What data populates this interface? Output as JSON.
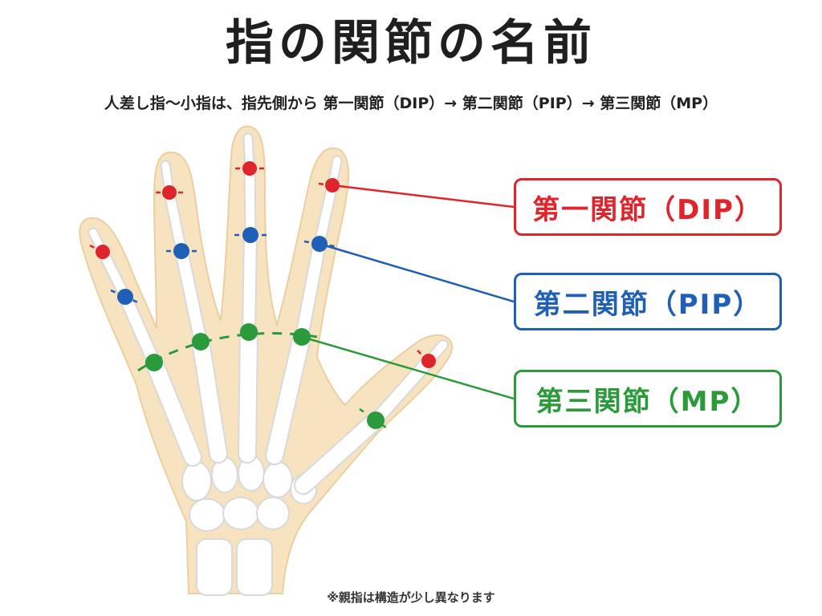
{
  "title": "指の関節の名前",
  "subtitle": "人差し指〜小指は、指先側から 第一関節（DIP）→ 第二関節（PIP）→ 第三関節（MP）",
  "labels": {
    "dip": "第一関節（DIP）",
    "pip": "第二関節（PIP）",
    "mp": "第三関節（MP）"
  },
  "footnote": "※親指は構造が少し異なります",
  "colors": {
    "dip": "#e0242b",
    "pip": "#1f5fb5",
    "mp": "#2a9a3a",
    "skin": "#f7e3bf",
    "skin_outline": "#e9cfa2",
    "bone": "#ffffff",
    "bone_outline": "#d9d9d9",
    "title": "#1f1f1f"
  }
}
